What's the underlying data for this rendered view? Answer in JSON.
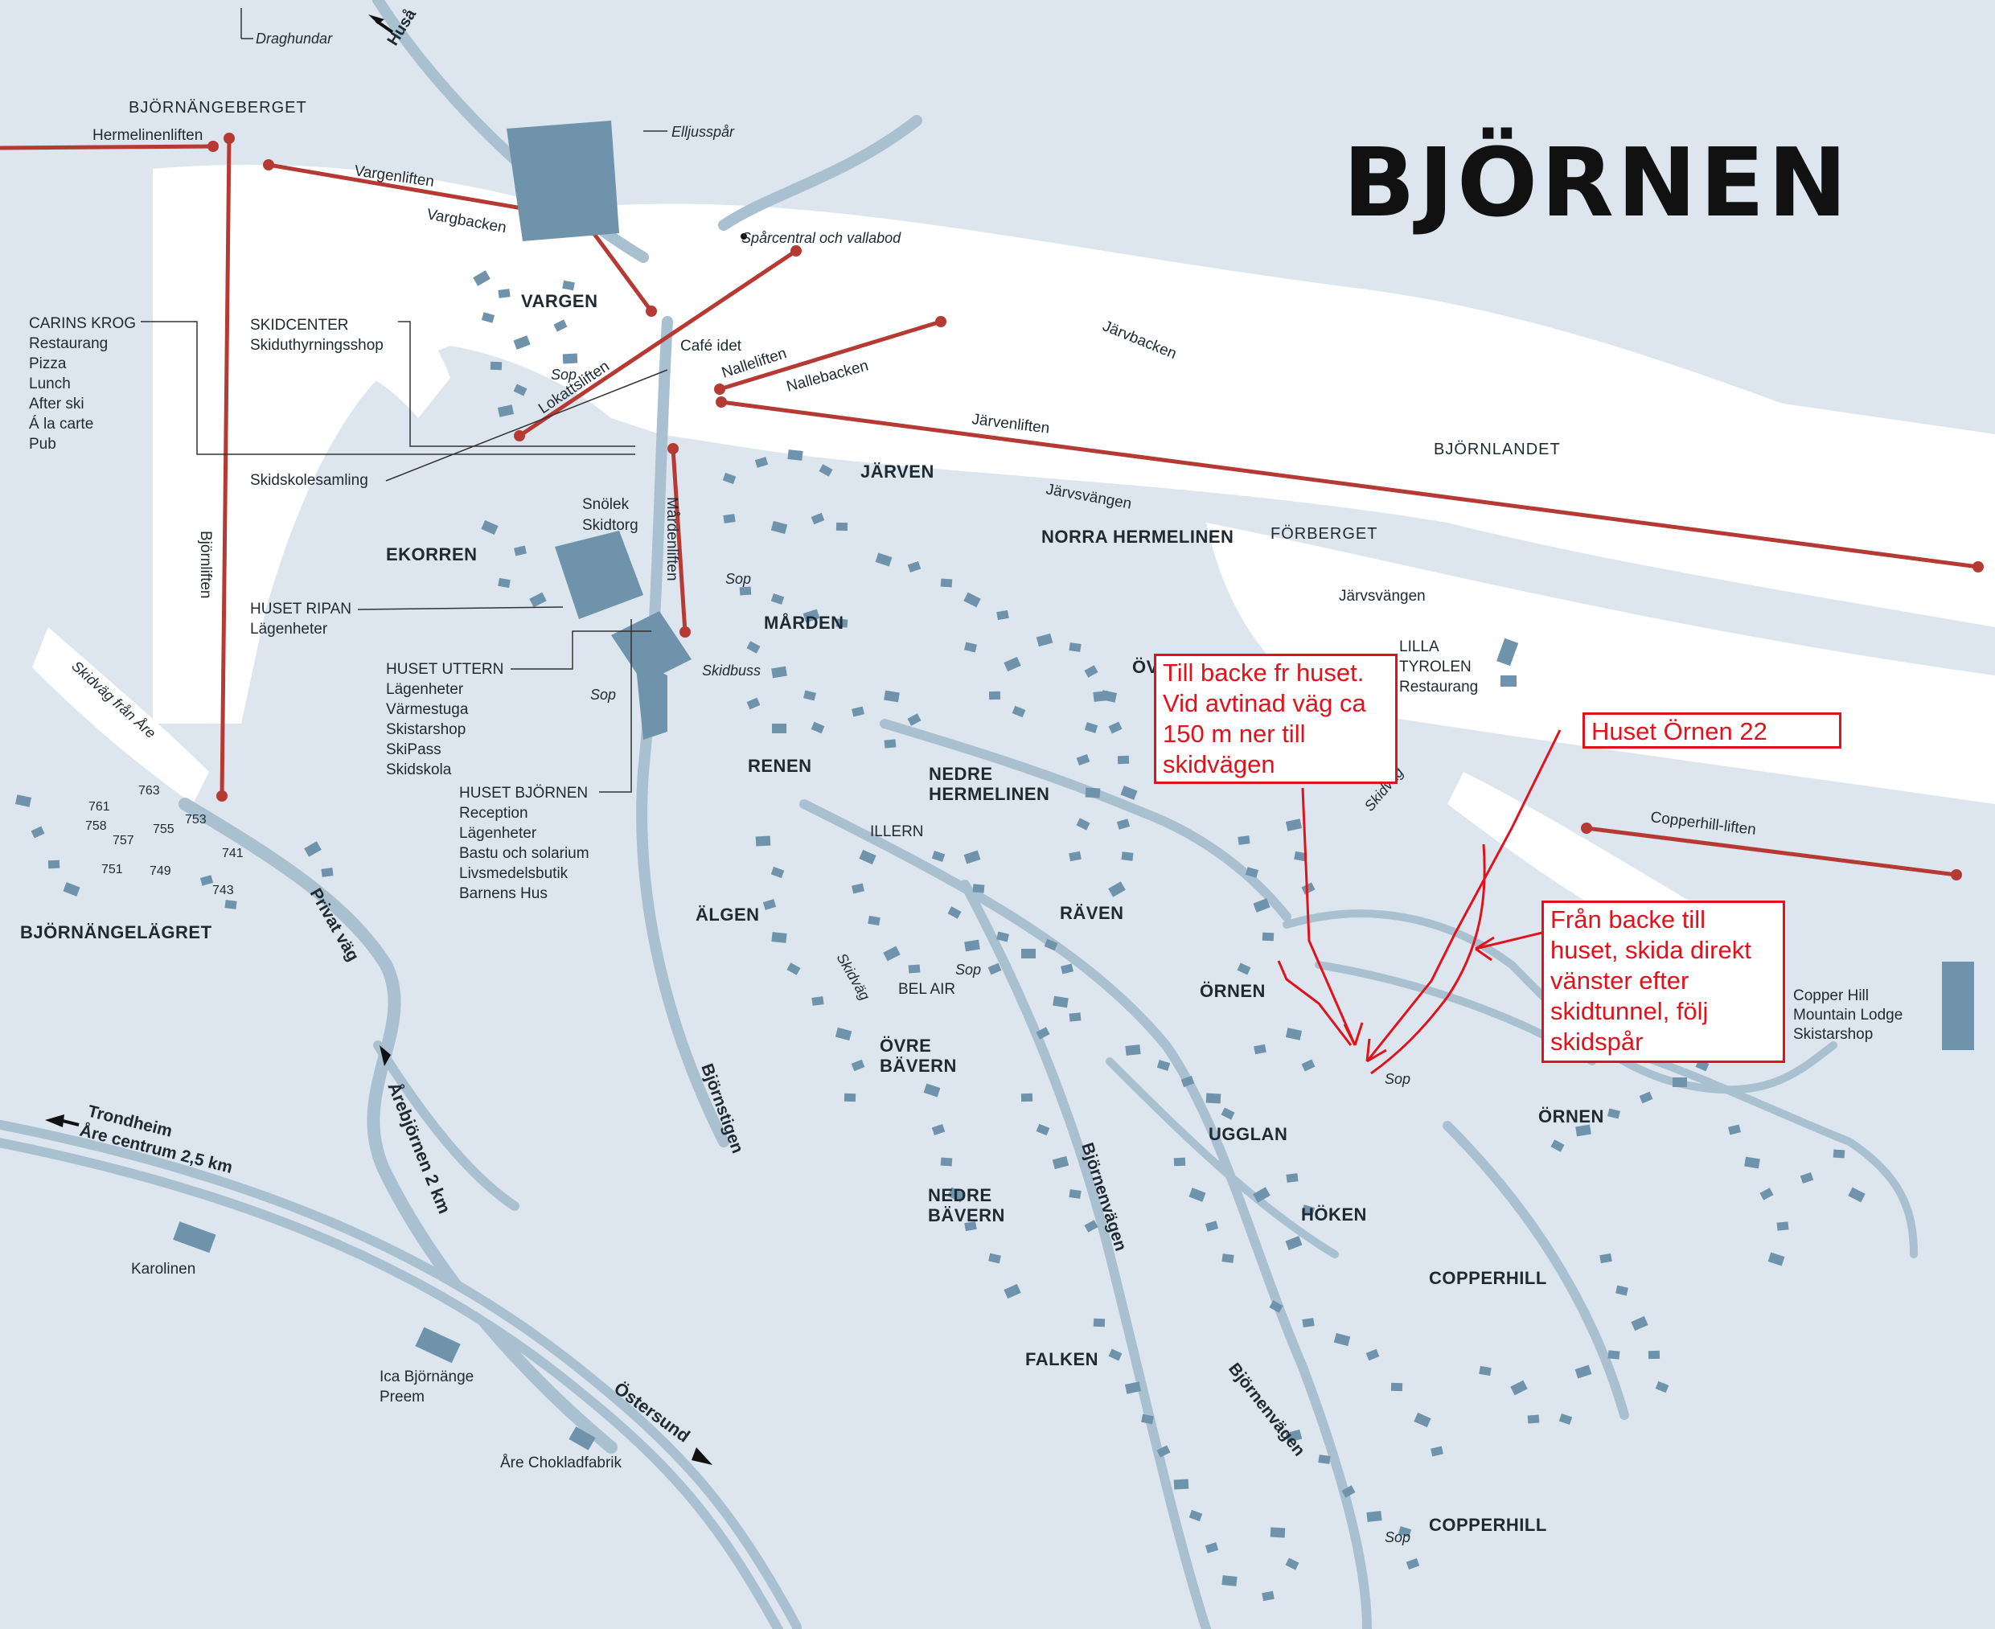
{
  "title": "BJÖRNEN",
  "areas": [
    "BJÖRNÄNGEBERGET",
    "BJÖRNLANDET",
    "FÖRBERGET"
  ],
  "lifts": [
    "Hermelinenliften",
    "Vargenliften",
    "Lokattsliften",
    "Nalleliften",
    "Järvenliften",
    "Mårdenliften",
    "Björnliften",
    "Copperhill-liften"
  ],
  "slopes": [
    "Vargbacken",
    "Nallebacken",
    "Järvbacken",
    "Järvsvängen",
    "Järvsvängen"
  ],
  "places": {
    "draghundar": "Draghundar",
    "husa": "Huså",
    "elljusspar": "Elljusspår",
    "sparcentral": "Spårcentral och vallabod",
    "cafe": "Café idet",
    "snolek": "Snölek",
    "skidtorg": "Skidtorg",
    "skidskolesamling": "Skidskolesamling",
    "sop": "Sop",
    "skidbuss": "Skidbuss",
    "skidvag": "Skidväg",
    "skidvag_are": "Skidväg från Åre",
    "privat_vag": "Privat väg",
    "arebjornen": "Årebjörnen 2 km",
    "trondheim": "Trondheim",
    "are_centrum": "Åre centrum 2,5 km",
    "ostersund": "Östersund",
    "karolinen": "Karolinen",
    "ica1": "Ica Björnänge",
    "ica2": "Preem",
    "chokladfabrik": "Åre Chokladfabrik",
    "bjornstigen": "Björnstigen",
    "bjornenvagen": "Björnenvägen",
    "belair": "BEL AIR",
    "copperhill_lodge": [
      "Copper Hill",
      "Mountain Lodge",
      "Skistarshop"
    ],
    "lilla_tyrolen": [
      "LILLA",
      "TYROLEN",
      "Restaurang"
    ]
  },
  "info": {
    "carins": [
      "CARINS KROG",
      "Restaurang",
      "Pizza",
      "Lunch",
      "After ski",
      "Á la carte",
      "Pub"
    ],
    "skidcenter": [
      "SKIDCENTER",
      "Skiduthyrningsshop"
    ],
    "ripan": [
      "HUSET RIPAN",
      "Lägenheter"
    ],
    "uttern": [
      "HUSET UTTERN",
      "Lägenheter",
      "Värmestuga",
      "Skistarshop",
      "SkiPass",
      "Skidskola"
    ],
    "bjornen": [
      "HUSET BJÖRNEN",
      "Reception",
      "Lägenheter",
      "Bastu och solarium",
      "Livsmedelsbutik",
      "Barnens Hus"
    ]
  },
  "districts": {
    "vargen": "VARGEN",
    "jarven": "JÄRVEN",
    "ekorren": "EKORREN",
    "marden": "MÅRDEN",
    "norra_hermelinen": "NORRA HERMELINEN",
    "renen": "RENEN",
    "nedre_hermelinen1": "NEDRE",
    "nedre_hermelinen2": "HERMELINEN",
    "algen": "ÄLGEN",
    "illern": "ILLERN",
    "raven": "RÄVEN",
    "ornen": "ÖRNEN",
    "ornen2": "ÖRNEN",
    "ovre_baveren1": "ÖVRE",
    "ovre_baveren2": "BÄVERN",
    "nedre_baveren1": "NEDRE",
    "nedre_baveren2": "BÄVERN",
    "ugglan": "UGGLAN",
    "hoken": "HÖKEN",
    "copperhill": "COPPERHILL",
    "copperhill2": "COPPERHILL",
    "falken": "FALKEN",
    "bjornangelagret": "BJÖRNÄNGELÄGRET",
    "ov": "ÖV"
  },
  "lagret_numbers": [
    "763",
    "761",
    "753",
    "758",
    "755",
    "757",
    "741",
    "751",
    "749",
    "743"
  ],
  "annotations": {
    "till_backe": [
      "Till backe fr huset.",
      "Vid avtinad väg ca",
      "150 m ner till",
      "skidvägen"
    ],
    "huset_ornen": "Huset Örnen 22",
    "fran_backe": [
      "Från backe till",
      "huset, skida direkt",
      "vänster efter",
      "skidtunnel, följ",
      "skidspår"
    ]
  },
  "colors": {
    "background": "#dde6ee",
    "slope": "#ffffff",
    "road": "#a9c0d0",
    "building": "#6f93ab",
    "lift": "#b53a33",
    "annotation": "#e0121b"
  }
}
